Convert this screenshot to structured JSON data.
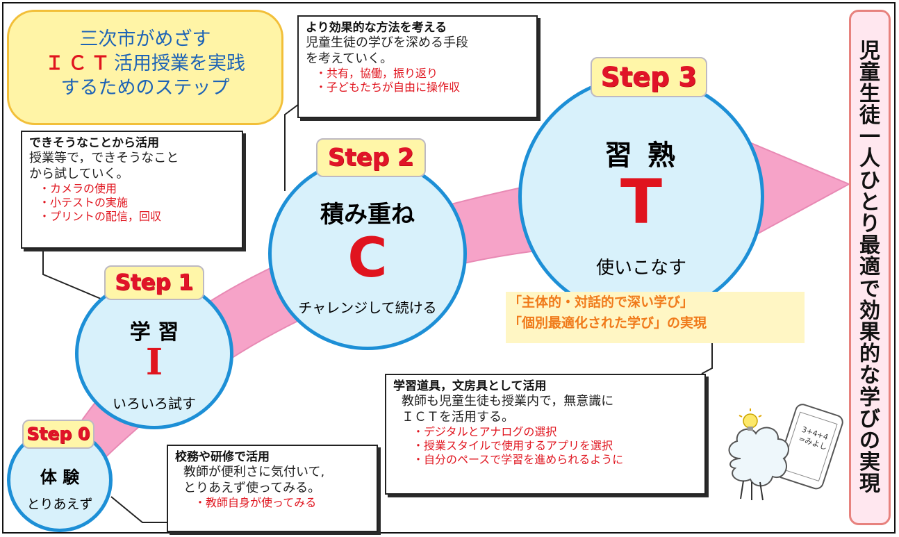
{
  "title": {
    "line1": "三次市がめざす",
    "highlight": "ＩＣＴ",
    "line2_rest": "活用授業を実践",
    "line3": "するためのステップ"
  },
  "goal": [
    "児",
    "童",
    "生",
    "徒",
    "一",
    "人",
    "ひ",
    "と",
    "り",
    "最",
    "適",
    "で",
    "効",
    "果",
    "的",
    "な",
    "学",
    "び",
    "の",
    "実",
    "現"
  ],
  "steps": [
    {
      "badge": "Step 0",
      "name": "体 験",
      "desc": "とりあえず"
    },
    {
      "badge": "Step 1",
      "name": "学 習",
      "letter": "I",
      "desc": "いろいろ試す"
    },
    {
      "badge": "Step 2",
      "name": "積み重ね",
      "letter": "C",
      "desc": "チャレンジして続ける"
    },
    {
      "badge": "Step 3",
      "name": "習 熟",
      "letter": "T",
      "desc": "使いこなす"
    }
  ],
  "step3_highlight": {
    "line1": "「主体的・対話的で深い学び」",
    "line2a": "「個別最適化された学び」",
    "line2b": "の実現"
  },
  "boxes": {
    "step0": {
      "title": "校務や研修で活用",
      "text": [
        "教師が便利さに気付いて,",
        "とりあえず使ってみる。"
      ],
      "bullets": [
        "・教師自身が使ってみる"
      ]
    },
    "step1": {
      "title": "できそうなことから活用",
      "text": [
        "授業等で，できそうなこと",
        "から試していく。"
      ],
      "bullets": [
        "・カメラの使用",
        "・小テストの実施",
        "・プリントの配信，回収"
      ]
    },
    "step2": {
      "title": "より効果的な方法を考える",
      "text": [
        "児童生徒の学びを深める手段",
        "を考えていく。"
      ],
      "bullets": [
        "・共有，協働，振り返り",
        "・子どもたちが自由に操作収"
      ]
    },
    "step3": {
      "title": "学習道具，文房具として活用",
      "text": [
        "教師も児童生徒も授業内で，無意識に",
        "ＩＣＴを活用する。"
      ],
      "bullets": [
        "・デジタルとアナログの選択",
        "・授業スタイルで使用するアプリを選択",
        "・自分のペースで学習を進められるように"
      ]
    }
  },
  "tablet_text": {
    "line1": "3+4+4",
    "line2": "=みよし"
  },
  "colors": {
    "circle_fill": "#d8f1fb",
    "circle_border": "#1d8fd6",
    "arrow": "#f6a3c8",
    "badge_fill": "#fff6a8",
    "badge_text": "#e01428",
    "accent_red": "#e0141e",
    "orange": "#f07a1a"
  }
}
